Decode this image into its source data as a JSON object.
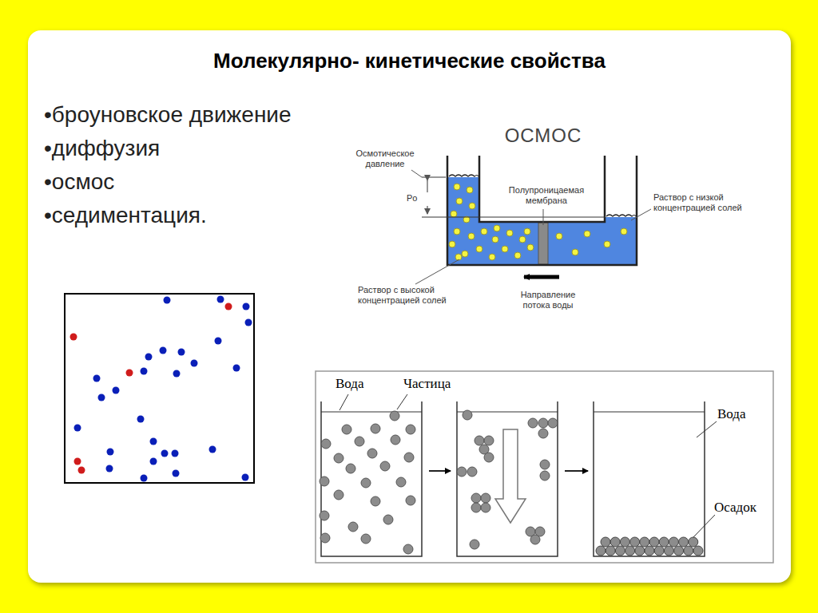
{
  "diagram": {
    "title": "Молекулярно- кинетические свойства",
    "labels": [
      "•броуновское движение",
      "•диффузия",
      "•осмос",
      "•седиментация.",
      "ОСМОС",
      "Осмотическое давление",
      "Po",
      "Полупроницаемая мембрана",
      "Раствор с низкой концентрацией солей",
      "Раствор с высокой концентрацией солей",
      "Направление потока воды",
      "Вода",
      "Частица",
      "Вода",
      "Осадок"
    ]
  }
}
